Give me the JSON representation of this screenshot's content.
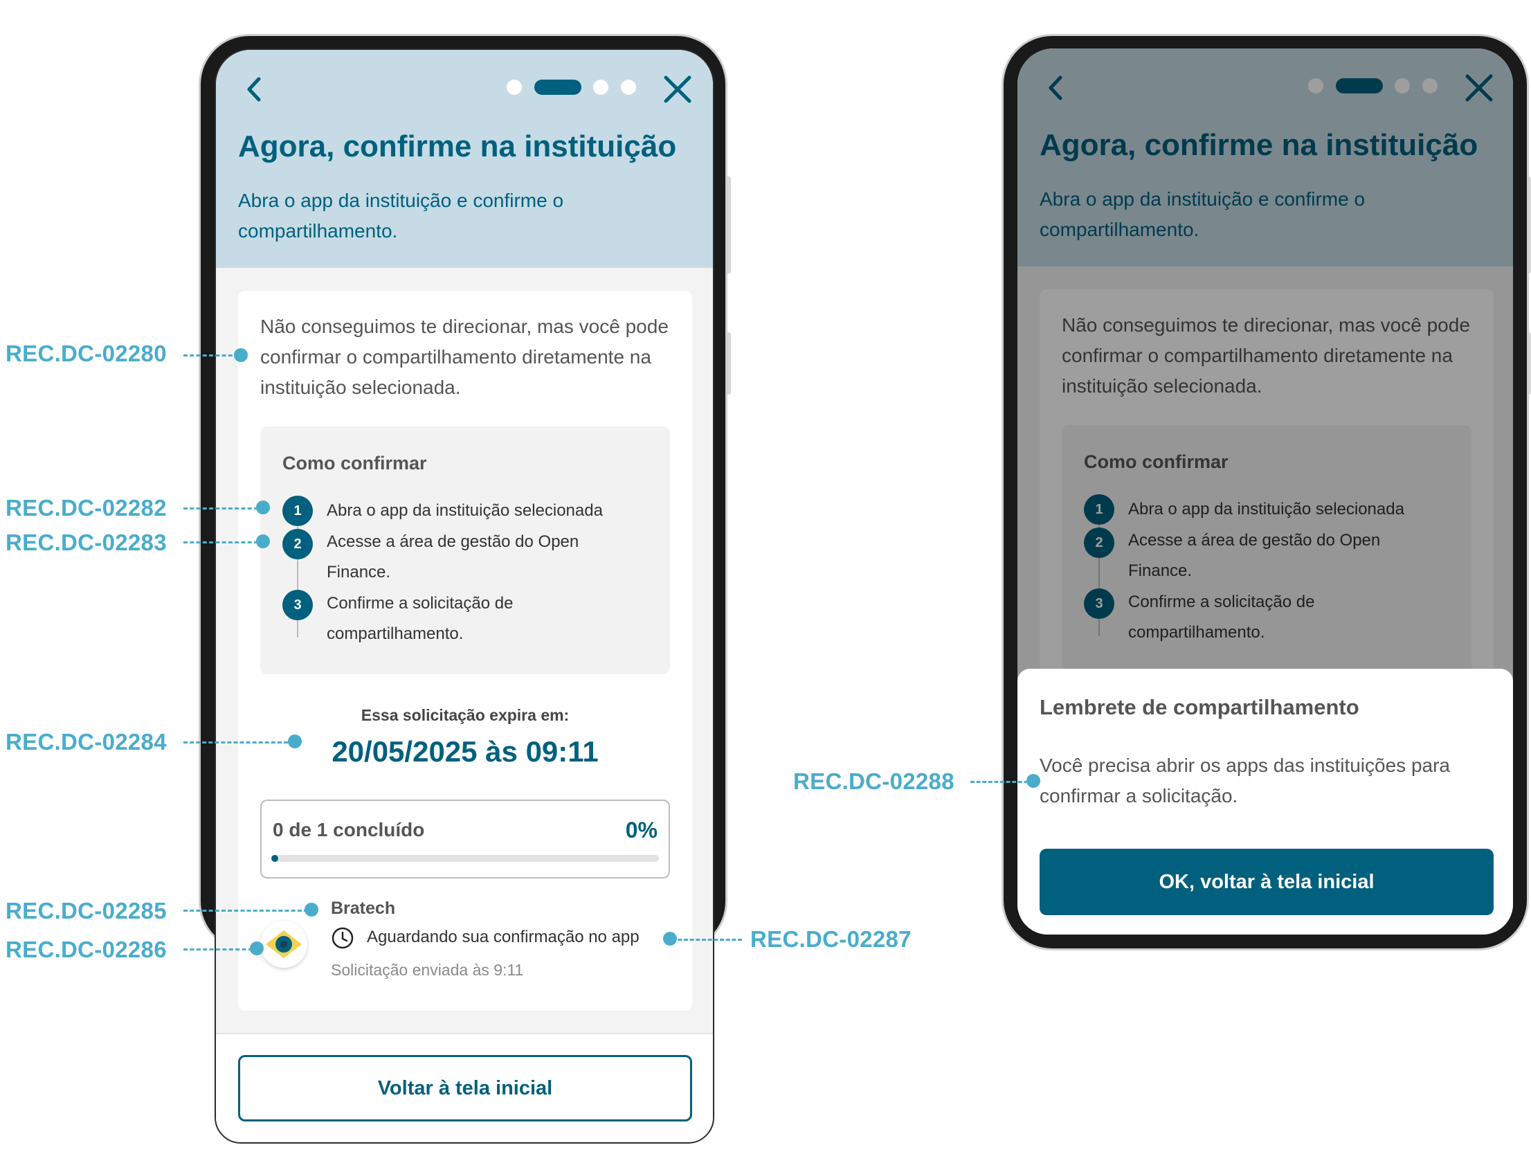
{
  "colors": {
    "primary": "#00607d",
    "header_bg": "#c6dbe5",
    "annotation": "#4aaccb"
  },
  "screen": {
    "title": "Agora, confirme na instituição",
    "subtitle": "Abra o app da instituição e confirme o compartilhamento.",
    "message": "Não conseguimos te direcionar, mas você pode confirmar o compartilhamento diretamente na instituição selecionada.",
    "steps_title": "Como confirmar",
    "steps": [
      {
        "number": "1",
        "text": "Abra o app da instituição selecionada"
      },
      {
        "number": "2",
        "text": "Acesse a área de gestão do Open Finance."
      },
      {
        "number": "3",
        "text": "Confirme a solicitação de compartilhamento."
      }
    ],
    "expire_label": "Essa solicitação expira em:",
    "expire_date": "20/05/2025 às 09:11",
    "progress": {
      "label": "0 de 1 concluído",
      "percent_text": "0%",
      "value_percent": 0
    },
    "institution": {
      "name": "Bratech",
      "status": "Aguardando sua confirmação no app",
      "sent": "Solicitação enviada às 9:11"
    },
    "footer_button": "Voltar à tela inicial",
    "icons": {
      "back": "chevron-left-icon",
      "close": "close-icon",
      "clock": "clock-icon"
    }
  },
  "modal": {
    "title": "Lembrete de compartilhamento",
    "message": "Você precisa abrir os apps das instituições  para confirmar a solicitação.",
    "button": "OK, voltar à tela inicial"
  },
  "annotations": {
    "a02280": "REC.DC-02280",
    "a02282": "REC.DC-02282",
    "a02283": "REC.DC-02283",
    "a02284": "REC.DC-02284",
    "a02285": "REC.DC-02285",
    "a02286": "REC.DC-02286",
    "a02287": "REC.DC-02287",
    "a02288": "REC.DC-02288"
  }
}
